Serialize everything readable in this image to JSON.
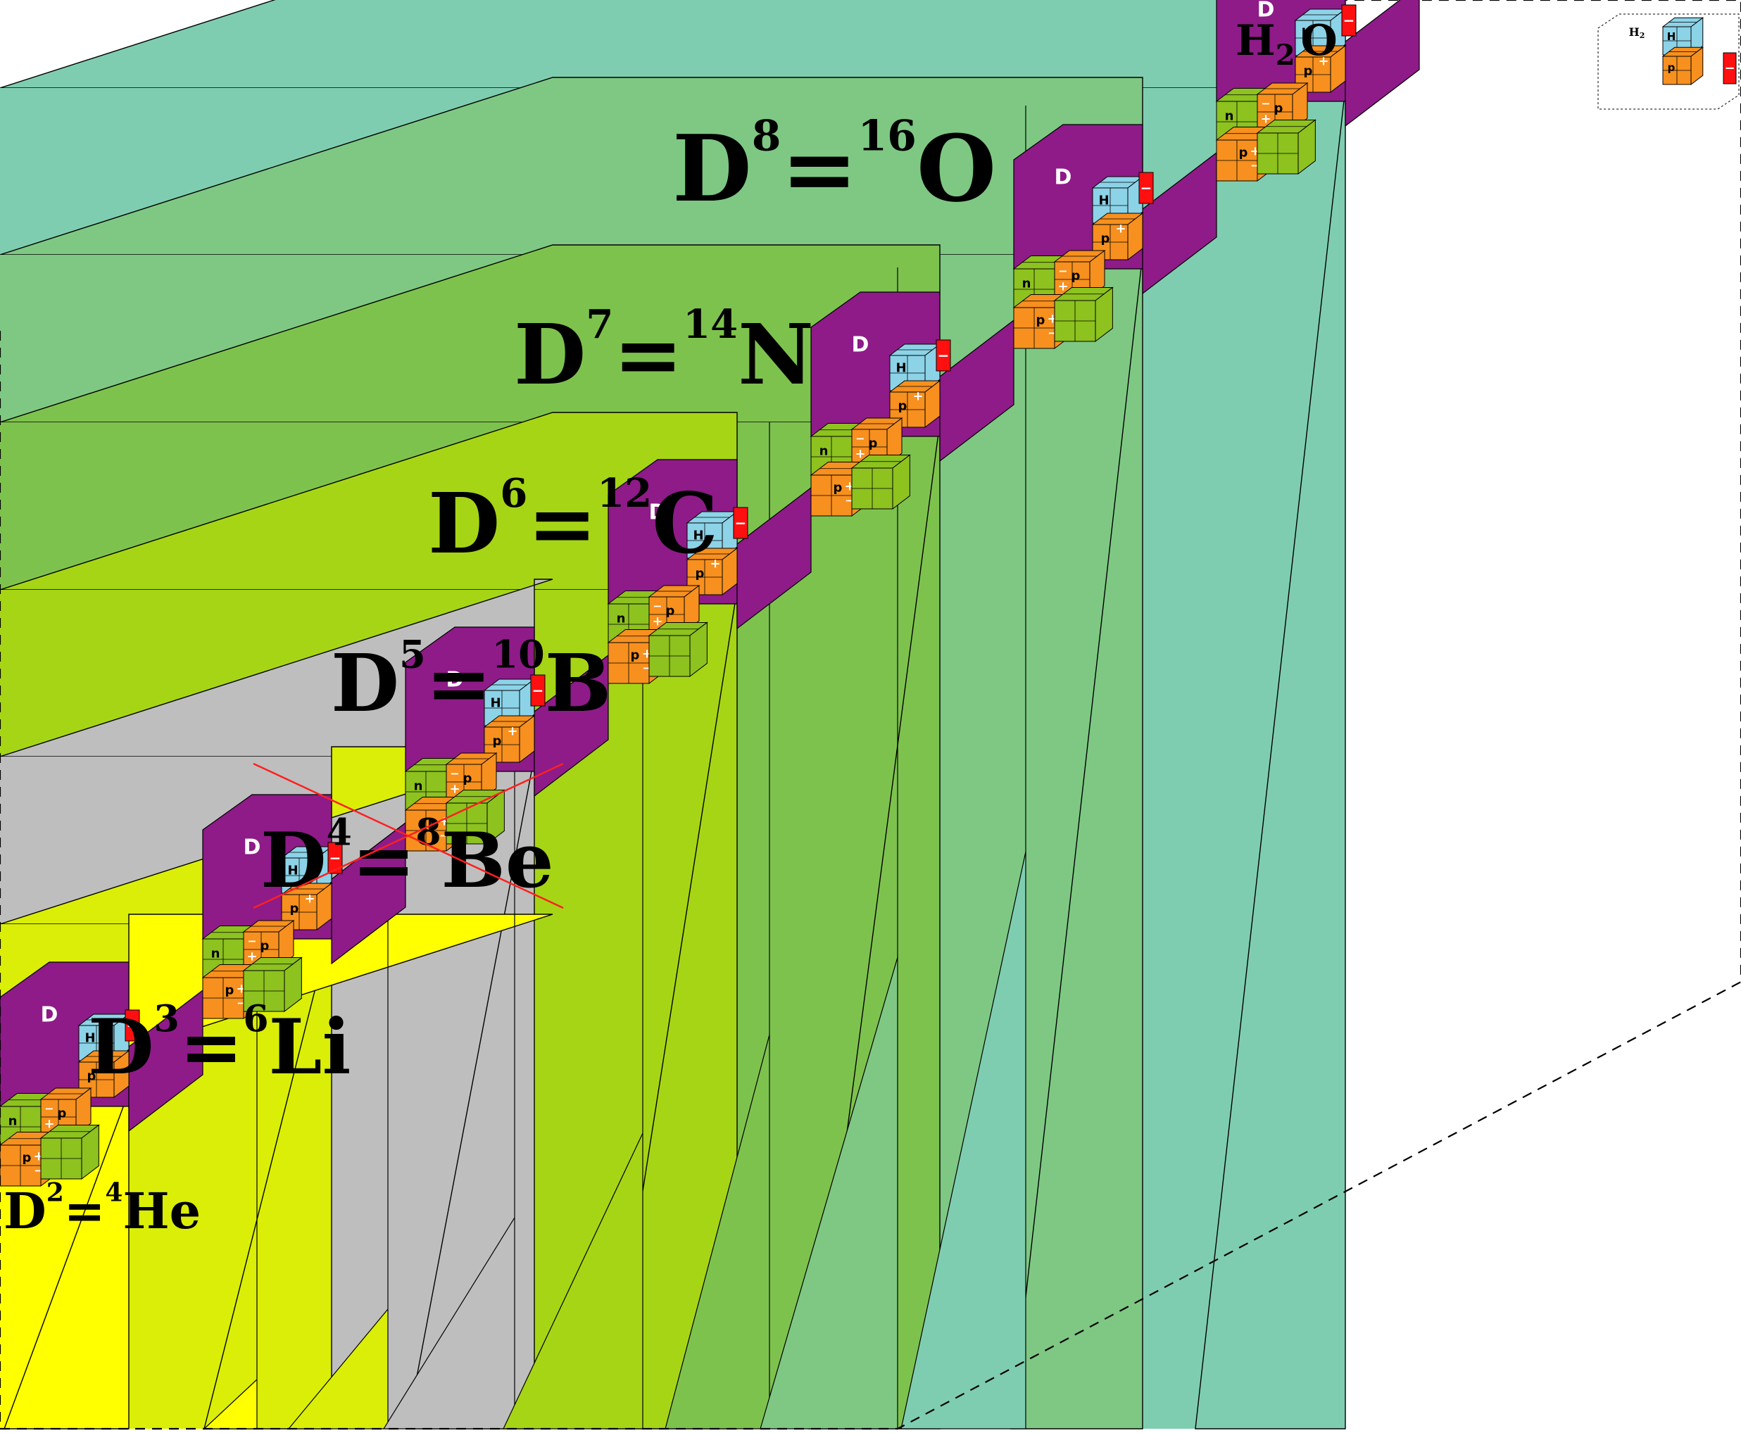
{
  "water_label": {
    "base": "H",
    "sub": "2",
    "tail": "O"
  },
  "small_h2_label": {
    "base": "H",
    "sub": "2"
  },
  "unit_labels": {
    "deuteron": "D",
    "hydrogen": "H",
    "neutron": "n",
    "proton": "p",
    "plus": "+",
    "minus": "−"
  },
  "layers": [
    {
      "id": "o16",
      "base": "D",
      "exp": "8",
      "eq": "=",
      "mass": "16",
      "symbol": "O",
      "color": "#7fcdb0",
      "crossed": false
    },
    {
      "id": "n14",
      "base": "D",
      "exp": "7",
      "eq": "=",
      "mass": "14",
      "symbol": "N",
      "color": "#7ec883",
      "crossed": false
    },
    {
      "id": "c12",
      "base": "D",
      "exp": "6",
      "eq": "=",
      "mass": "12",
      "symbol": "C",
      "color": "#7ec24e",
      "crossed": false
    },
    {
      "id": "b10",
      "base": "D",
      "exp": "5",
      "eq": "=",
      "mass": "10",
      "symbol": "B",
      "color": "#a6d516",
      "crossed": false
    },
    {
      "id": "be8",
      "base": "D",
      "exp": "4",
      "eq": "=",
      "mass": "8",
      "symbol": "Be",
      "color": "#bebebe",
      "crossed": true
    },
    {
      "id": "li6",
      "base": "D",
      "exp": "3",
      "eq": "=",
      "mass": "6",
      "symbol": "Li",
      "color": "#daee08",
      "crossed": false
    },
    {
      "id": "he4",
      "base": "D",
      "exp": "2",
      "eq": "=",
      "mass": "4",
      "symbol": "He",
      "color": "#ffff00",
      "crossed": false
    }
  ],
  "colors": {
    "deuteron": "#8e1b88",
    "hydrogen": "#8cd3e8",
    "proton": "#f7901e",
    "neutron": "#8dc21f",
    "electron": "#ff1010",
    "cross": "#ff2020"
  }
}
